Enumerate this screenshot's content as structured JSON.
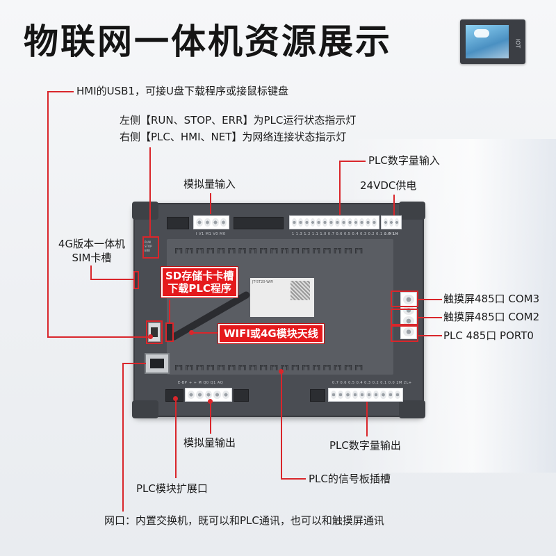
{
  "title": "物联网一体机资源展示",
  "hmi_thumbnail_text": "IOT",
  "annotations": {
    "hmi_usb": "HMI的USB1，可接U盘下载程序或接鼠标键盘",
    "leds_left": "左侧【RUN、STOP、ERR】为PLC运行状态指示灯",
    "leds_right": "右侧【PLC、HMI、NET】为网络连接状态指示灯",
    "plc_digital_input": "PLC数字量输入",
    "analog_input": "模拟量输入",
    "power_24vdc": "24VDC供电",
    "sim_slot_line1": "4G版本一体机",
    "sim_slot_line2": "SIM卡槽",
    "sd_slot_line1": "SD存储卡卡槽",
    "sd_slot_line2": "下载PLC程序",
    "antenna": "WIFI或4G模块天线",
    "com3": "触摸屏485口 COM3",
    "com2": "触摸屏485口 COM2",
    "port0": "PLC 485口 PORT0",
    "analog_output": "模拟量输出",
    "plc_digital_output": "PLC数字量输出",
    "signal_board_slot": "PLC的信号板插槽",
    "expansion_port": "PLC模块扩展口",
    "network_port": "网口：内置交换机，既可以和PLC通讯，也可以和触摸屏通讯"
  },
  "device": {
    "input_pins": "1  1.3 1.2 1.1 1.0 0.7 0.6 0.5 0.4 0.3 0.2 0.1 0.0 1M",
    "power_pins": "⊥  M  L+",
    "analog_in_pins": "I  V1  M1  V0  M0",
    "output_pins": "0.7 0.6 0.5 0.4 0.3 0.2 0.1 0.0 2M 2L+",
    "analog_out_pins": "+  +  M  Q0 Q1 AQ",
    "expansion_label": "E-BP",
    "nameplate": "JT-5T20-WiFi"
  },
  "colors": {
    "accent": "#d9262b",
    "device_body": "#4a4d53"
  }
}
